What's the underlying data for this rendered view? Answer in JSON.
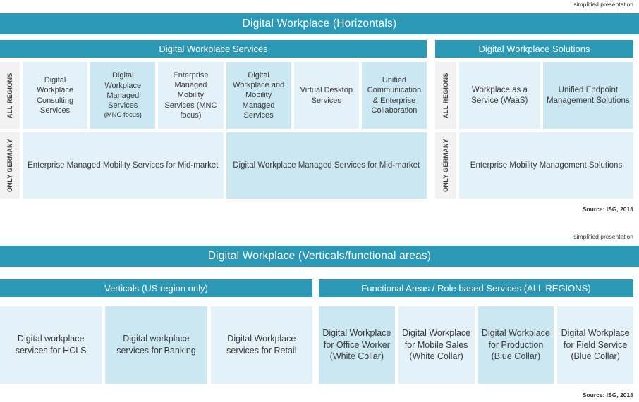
{
  "palette": {
    "teal": "#2B99B5",
    "box_light": "#E3F1F8",
    "box_dark": "#CBE7F2",
    "label_bg": "#F2F2F2"
  },
  "h": {
    "note": "simplified presentation",
    "title": "Digital Workplace (Horizontals)",
    "services_header": "Digital Workplace Services",
    "solutions_header": "Digital Workplace Solutions",
    "all_regions": "ALL REGIONS",
    "only_germany": "ONLY GERMANY",
    "svc_row1": [
      {
        "text": "Digital Workplace Consulting Services"
      },
      {
        "text": "Digital Workplace Managed Services",
        "sub": "(MNC focus)"
      },
      {
        "text": "Enterprise Managed Mobility Services (MNC focus)"
      },
      {
        "text": "Digital Workplace and Mobility Managed Services"
      },
      {
        "text": "Virtual Desktop Services"
      },
      {
        "text": "Unified Communication & Enterprise Collaboration"
      }
    ],
    "svc_row2": [
      {
        "text": "Enterprise Managed Mobility Services for Mid-market"
      },
      {
        "text": "Digital Workplace Managed Services for Mid-market"
      }
    ],
    "sol_row1": [
      {
        "text": "Workplace as a Service (WaaS)"
      },
      {
        "text": "Unified Endpoint Management Solutions"
      }
    ],
    "sol_row2": [
      {
        "text": "Enterprise Mobility Management Solutions"
      }
    ],
    "source": "Source: ISG, 2018"
  },
  "v": {
    "note": "simplified presentation",
    "title": "Digital Workplace (Verticals/functional areas)",
    "verticals_header": "Verticals (US region only)",
    "functional_header": "Functional Areas / Role based Services (ALL REGIONS)",
    "verticals": [
      {
        "text": "Digital workplace services for HCLS"
      },
      {
        "text": "Digital workplace services for Banking"
      },
      {
        "text": "Digital Workplace services for Retail"
      }
    ],
    "functional": [
      {
        "text": "Digital Workplace for Office Worker (White Collar)"
      },
      {
        "text": "Digital Workplace for Mobile Sales (White Collar)"
      },
      {
        "text": "Digital Workplace for Production (Blue Collar)"
      },
      {
        "text": "Digital Workplace for Field Service (Blue Collar)"
      }
    ],
    "source": "Source: ISG, 2018"
  }
}
